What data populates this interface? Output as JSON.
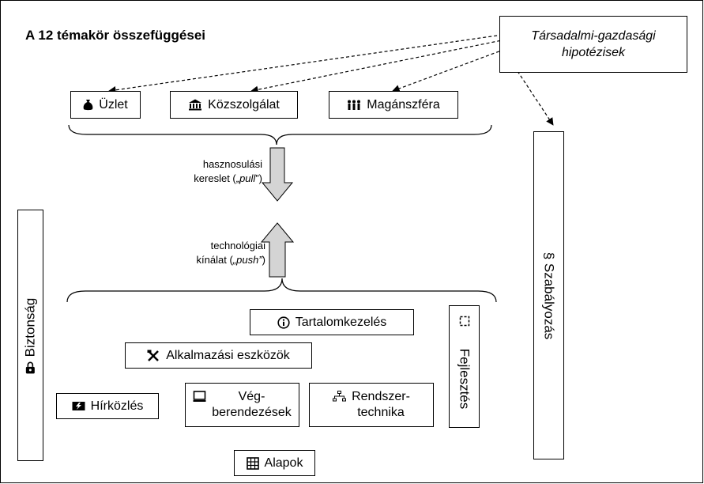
{
  "title": "A 12 témakör összefüggései",
  "hypotheses": {
    "line1": "Társadalmi-gazdasági",
    "line2": "hipotézisek"
  },
  "demand": {
    "items": [
      {
        "label": "Üzlet",
        "icon": "money-bag-icon"
      },
      {
        "label": "Közszolgálat",
        "icon": "institution-icon"
      },
      {
        "label": "Magánszféra",
        "icon": "people-icon"
      }
    ]
  },
  "arrows": {
    "pull_line1": "hasznosulási",
    "pull_line2_main": "kereslet („",
    "pull_line2_em": "pull",
    "pull_line2_end": "”)",
    "push_line1": "technológiai",
    "push_line2_main": "kínálat (",
    "push_line2_em": "„push”",
    "push_line2_end": ")"
  },
  "side": {
    "security": {
      "label": "Biztonság",
      "icon": "lock-icon"
    },
    "regulation": {
      "label": "§ Szabályozás"
    },
    "development": {
      "label": "Fejlesztés",
      "icon": "dashed-frame-icon"
    }
  },
  "tech": {
    "content": {
      "label": "Tartalomkezelés",
      "icon": "info-icon"
    },
    "tools": {
      "label": "Alkalmazási eszközök",
      "icon": "tools-icon"
    },
    "comms": {
      "label": "Hírközlés",
      "icon": "lightning-icon"
    },
    "devices": {
      "line1": "Vég-",
      "line2": "berendezések",
      "icon": "monitor-icon"
    },
    "systems": {
      "line1": "Rendszer-",
      "line2": "technika",
      "icon": "network-icon"
    },
    "basics": {
      "label": "Alapok",
      "icon": "building-icon"
    }
  },
  "colors": {
    "arrow_fill": "#d4d4d4",
    "border": "#000000",
    "background": "#ffffff"
  }
}
